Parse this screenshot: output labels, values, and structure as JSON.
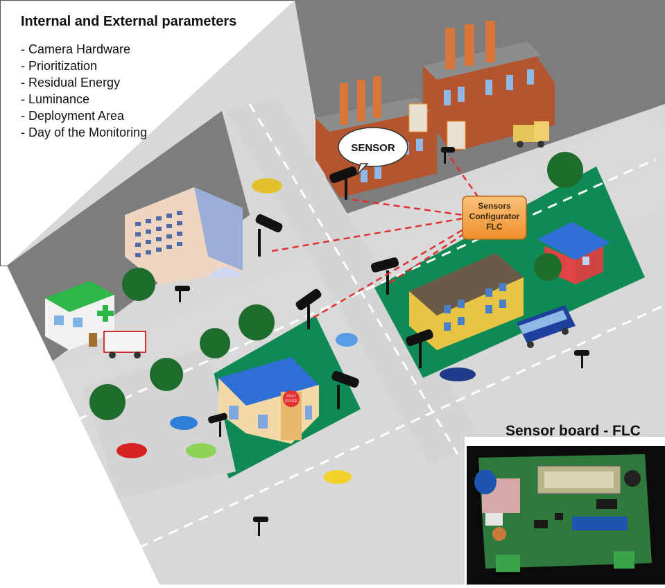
{
  "parameters": {
    "title": "Internal and External parameters",
    "items": [
      "- Camera Hardware",
      "- Prioritization",
      "- Residual Energy",
      "- Luminance",
      "- Deployment Area",
      "- Day of the Monitoring"
    ]
  },
  "sensor_bubble": "SENSOR",
  "configurator": {
    "line1": "Sensors",
    "line2": "Configurator",
    "line3": "FLC"
  },
  "post_office_sign": {
    "line1": "POST",
    "line2": "OFFICE"
  },
  "board": {
    "title": "Sensor board - FLC"
  },
  "colors": {
    "asphalt": "#d8d8d8",
    "dark_ground": "#7d7d7d",
    "grass": "#0f8a55",
    "brick": "#b5552e",
    "configurator_box": "#f4a340",
    "link_line": "#e03030",
    "pcb": "#2e7a3c"
  }
}
